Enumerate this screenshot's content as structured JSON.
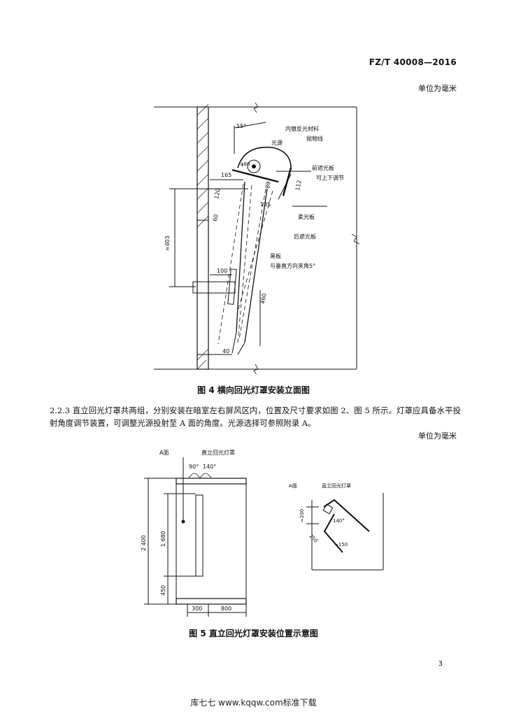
{
  "header": {
    "standard_code": "FZ/T 40008—2016",
    "unit_note": "单位为毫米"
  },
  "figure4": {
    "caption": "图 4   横向回光灯罩安装立面图",
    "labels": {
      "angle15": "15°",
      "inner_reflect": "内镀反光材料",
      "light_source": "光源",
      "parabola": "抛物线",
      "phi80": "φ80",
      "front_shade": "前遮光板",
      "adjustable": "可上下调节",
      "d165": "165",
      "d120": "120",
      "d89": "89",
      "d112": "112",
      "d135": "135",
      "d60": "60",
      "soft_panel": "柔光板",
      "rear_shade": "后遮光板",
      "approx403": "≈403",
      "black_panel": "黑板",
      "vertical_5deg": "与垂直方向夹角5°",
      "d100": "100",
      "d460": "460",
      "d40": "40"
    }
  },
  "paragraph": "2.2.3  直立回光灯罩共两组，分别安装在暗室左右屏风区内，位置及尺寸要求如图 2、图 5 所示。灯罩应具备水平投射角度调节装置，可调整光源投射至 A 面的角度。光源选择可参照附录 A。",
  "unit_note_2": "单位为毫米",
  "figure5": {
    "caption": "图 5   直立回光灯罩安装位置示意图",
    "left": {
      "a_face": "A面",
      "lamp": "直立回光灯罩",
      "angle90": "90°",
      "angle140": "140°",
      "d2400": "2 400",
      "d1680": "1 680",
      "d450": "450",
      "d300": "300",
      "d800": "800"
    },
    "right": {
      "a_face": "A面",
      "lamp": "直立回光灯罩",
      "approx200": "≈200",
      "angle140": "140°",
      "d250": "250",
      "approx150": "≈150"
    }
  },
  "page_number": "3",
  "watermark": "库七七 www.kqqw.com标准下载"
}
